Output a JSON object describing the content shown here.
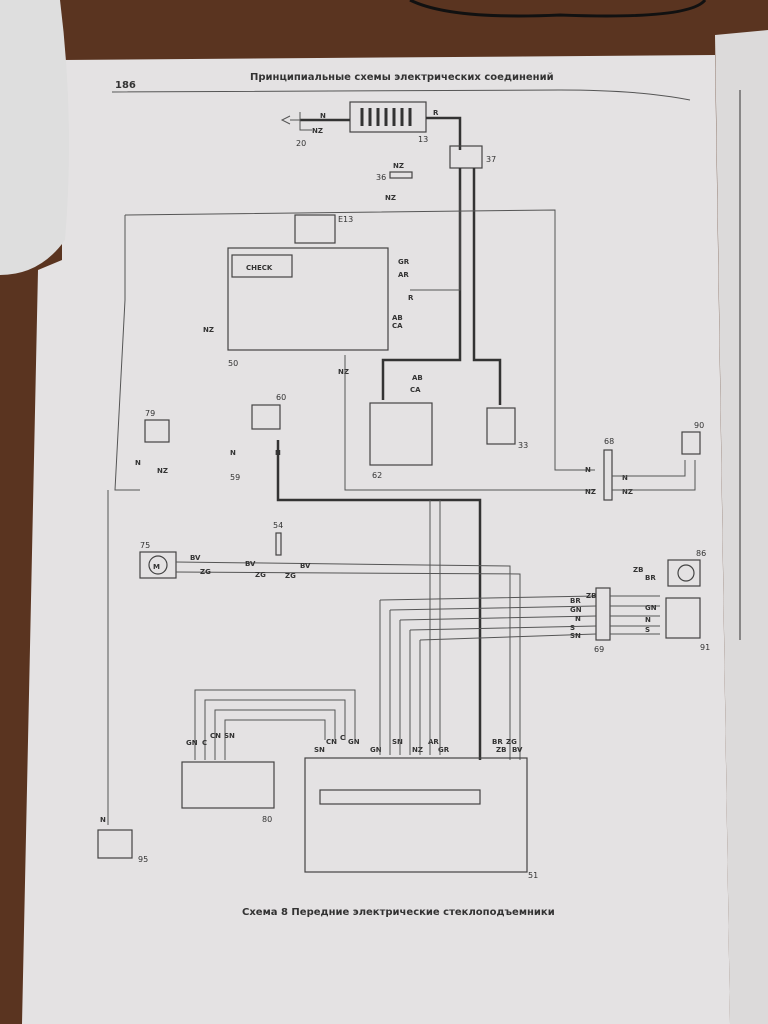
{
  "page": {
    "page_number": "186",
    "running_header": "Принципиальные схемы электрических соединений",
    "caption": "Схема 8 Передние электрические стеклоподъемники"
  },
  "components": {
    "c20": "20",
    "c13": "13",
    "c37": "37",
    "c36": "36",
    "cE13": "E13",
    "c50": "50",
    "c62": "62",
    "c33": "33",
    "c79": "79",
    "c60": "60",
    "c59": "59",
    "c68": "68",
    "c90": "90",
    "c75": "75",
    "c54": "54",
    "c86": "86",
    "c69": "69",
    "c91": "91",
    "c80": "80",
    "c51": "51",
    "c95": "95",
    "check": "CHECK"
  },
  "wires": {
    "N": "N",
    "NZ": "NZ",
    "R": "R",
    "GR": "GR",
    "AR": "AR",
    "AB": "AB",
    "CA": "CA",
    "BV": "BV",
    "ZG": "ZG",
    "ZB": "ZB",
    "BR": "BR",
    "GN": "GN",
    "S": "S",
    "SN": "SN",
    "C": "C",
    "CN": "CN",
    "M": "M"
  }
}
